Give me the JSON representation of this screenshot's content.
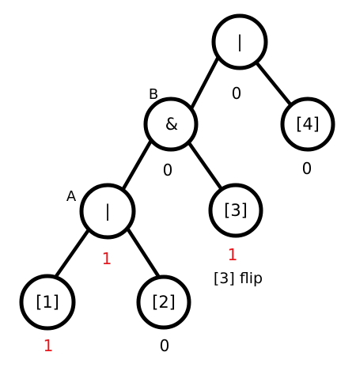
{
  "colors": {
    "line": "#000000",
    "default_value": "#000000",
    "highlight_value": "#e8171e"
  },
  "nodes": {
    "root": {
      "label": "|",
      "value": "0",
      "highlight": false
    },
    "b": {
      "tag": "B",
      "label": "&",
      "value": "0",
      "highlight": false
    },
    "four": {
      "label": "[4]",
      "value": "0",
      "highlight": false
    },
    "a": {
      "tag": "A",
      "label": "|",
      "value": "1",
      "highlight": true
    },
    "three": {
      "label": "[3]",
      "value": "1",
      "highlight": true,
      "note": "[3] flip"
    },
    "one": {
      "label": "[1]",
      "value": "1",
      "highlight": true
    },
    "two": {
      "label": "[2]",
      "value": "0",
      "highlight": false
    }
  }
}
